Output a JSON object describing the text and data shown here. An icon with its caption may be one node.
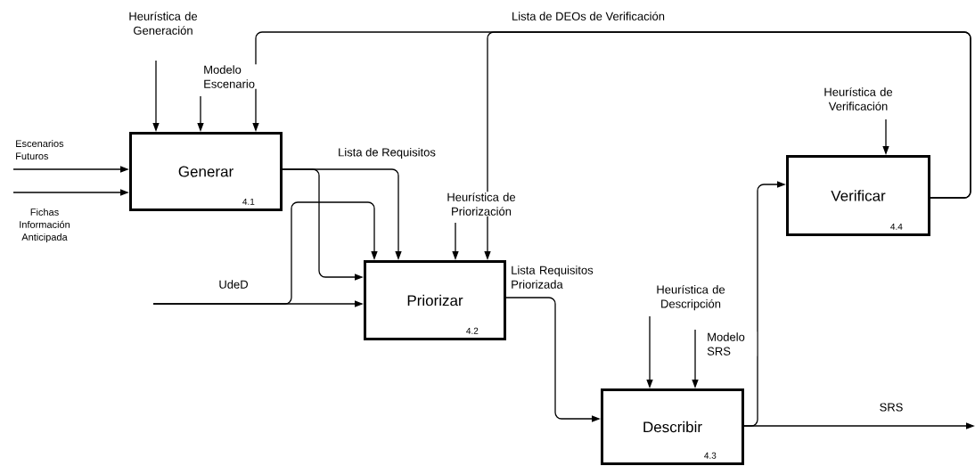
{
  "diagram": {
    "nodes": [
      {
        "text": [
          "Generar",
          "4.1"
        ]
      },
      {
        "text": [
          "Priorizar",
          "4.2"
        ]
      },
      {
        "text": [
          "Describir",
          "4.3"
        ]
      },
      {
        "text": [
          "Verificar",
          "4.4"
        ]
      }
    ],
    "edges": [
      {
        "from": null,
        "to": 0,
        "arrow": "to",
        "label": "Heurística de Generación"
      },
      {
        "from": null,
        "to": 0,
        "arrow": "to",
        "label": "Modelo Escenario"
      },
      {
        "from": 3,
        "to": 0,
        "arrow": "to",
        "label": "Lista de DEOs de Verificación"
      },
      {
        "from": null,
        "to": 0,
        "arrow": "to",
        "label": "Escenarios Futuros"
      },
      {
        "from": null,
        "to": 0,
        "arrow": "to",
        "label": "Fichas Información Anticipada"
      },
      {
        "from": 0,
        "to": 1,
        "arrow": "to",
        "label": "Lista de Requisitos"
      },
      {
        "from": 0,
        "to": 1,
        "arrow": "to"
      },
      {
        "from": null,
        "to": 1,
        "arrow": "to",
        "label": "UdeD"
      },
      {
        "from": null,
        "to": 1,
        "arrow": "to"
      },
      {
        "from": null,
        "to": 1,
        "arrow": "to",
        "label": "Heurística de Priorización"
      },
      {
        "from": 3,
        "to": 1,
        "arrow": "to"
      },
      {
        "from": 1,
        "to": 2,
        "arrow": "to",
        "label": "Lista Requisitos Priorizada"
      },
      {
        "from": null,
        "to": 2,
        "arrow": "to",
        "label": "Heurística de Descripción"
      },
      {
        "from": null,
        "to": 2,
        "arrow": "to",
        "label": "Modelo SRS"
      },
      {
        "from": 2,
        "to": null,
        "arrow": "to",
        "label": "SRS"
      },
      {
        "from": 2,
        "to": 3,
        "arrow": "to"
      },
      {
        "from": null,
        "to": 3,
        "arrow": "to",
        "label": "Heurística de Verificación"
      }
    ]
  }
}
